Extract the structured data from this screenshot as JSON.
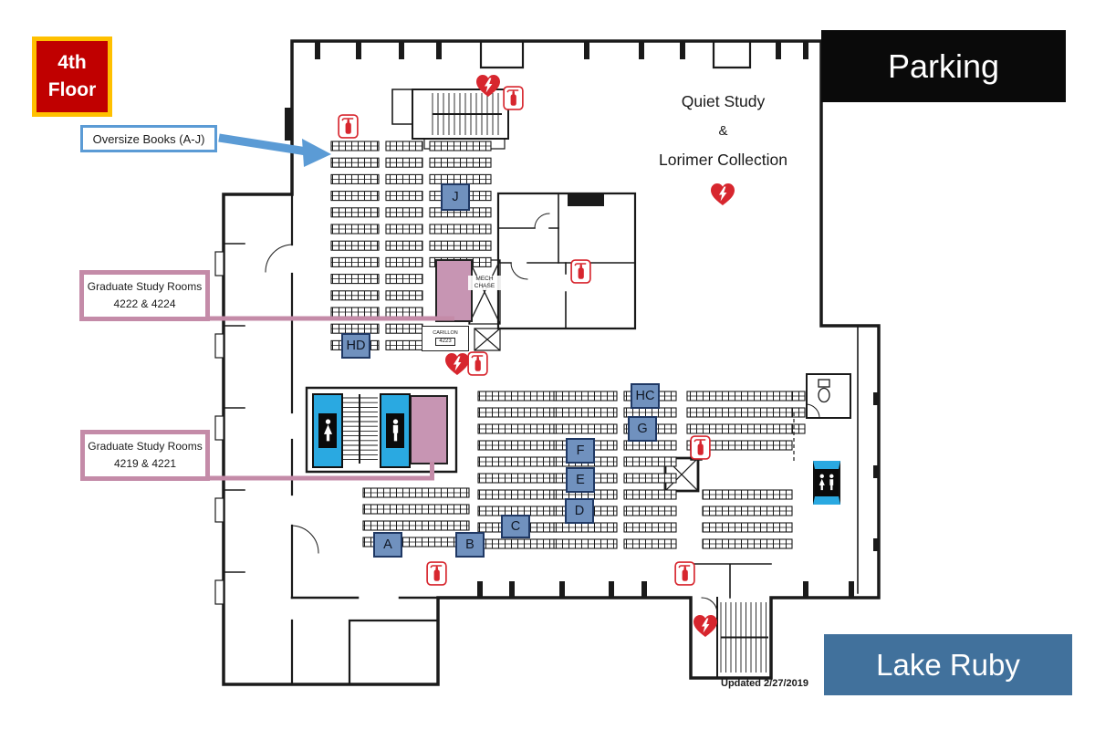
{
  "floor_badge": {
    "line1": "4th",
    "line2": "Floor"
  },
  "landmarks": {
    "parking": "Parking",
    "lake_ruby": "Lake Ruby"
  },
  "callouts": {
    "oversize_books": "Oversize Books (A-J)",
    "grad_upper": {
      "line1": "Graduate Study Rooms",
      "line2": "4222 & 4224"
    },
    "grad_lower": {
      "line1": "Graduate Study Rooms",
      "line2": "4219 & 4221"
    }
  },
  "areas": {
    "quiet_study": {
      "line1": "Quiet Study",
      "line2": "&",
      "line3": "Lorimer Collection"
    }
  },
  "rooms": {
    "mech_chase": "MECH\nCHASE",
    "carillon": "CARILLON",
    "carillon_number": "4223"
  },
  "markers": {
    "a": "A",
    "b": "B",
    "c": "C",
    "d": "D",
    "e": "E",
    "f": "F",
    "g": "G",
    "hc": "HC",
    "hd": "HD",
    "j": "J"
  },
  "footer": {
    "updated": "Updated 2/27/2019"
  },
  "icons": {
    "aed": "aed-heart-icon",
    "fire_extinguisher": "fire-extinguisher-icon",
    "restroom_women": "restroom-women-icon",
    "restroom_men": "restroom-men-icon",
    "restroom_family": "restroom-family-icon",
    "toilet": "toilet-icon",
    "oversize_arrow": "blue-arrow-icon"
  },
  "colors": {
    "badge_red": "#C00000",
    "badge_border_gold": "#FFC000",
    "parking_black": "#0A0A0A",
    "lake_ruby_blue": "#41719C",
    "callout_blue": "#5B9BD5",
    "callout_pink": "#C48BA8",
    "room_pink": "#C795B3",
    "marker_blue": "#7091BE",
    "marker_border_navy": "#1F3864",
    "restroom_blue": "#2AA9E1",
    "aed_red": "#D7262E"
  }
}
